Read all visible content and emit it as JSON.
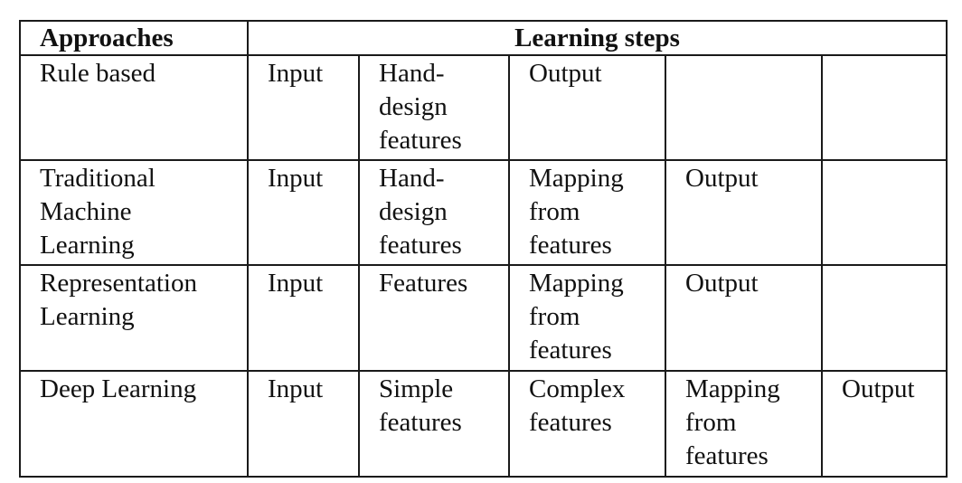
{
  "header": {
    "approaches": "Approaches",
    "learning_steps": "Learning steps"
  },
  "rows": [
    {
      "approach": [
        "Rule based"
      ],
      "steps": [
        [
          "Input"
        ],
        [
          "Hand-",
          "design",
          "features"
        ],
        [
          "Output"
        ],
        [],
        []
      ]
    },
    {
      "approach": [
        "Traditional",
        "Machine",
        "Learning"
      ],
      "steps": [
        [
          "Input"
        ],
        [
          "Hand-",
          "design",
          "features"
        ],
        [
          "Mapping",
          "from",
          "features"
        ],
        [
          "Output"
        ],
        []
      ]
    },
    {
      "approach": [
        "Representation",
        "Learning"
      ],
      "steps": [
        [
          "Input"
        ],
        [
          "Features"
        ],
        [
          "Mapping",
          "from",
          "features"
        ],
        [
          "Output"
        ],
        []
      ]
    },
    {
      "approach": [
        "Deep Learning"
      ],
      "steps": [
        [
          "Input"
        ],
        [
          "Simple",
          "features"
        ],
        [
          "Complex",
          "features"
        ],
        [
          "Mapping",
          "from",
          "features"
        ],
        [
          "Output"
        ]
      ]
    }
  ]
}
